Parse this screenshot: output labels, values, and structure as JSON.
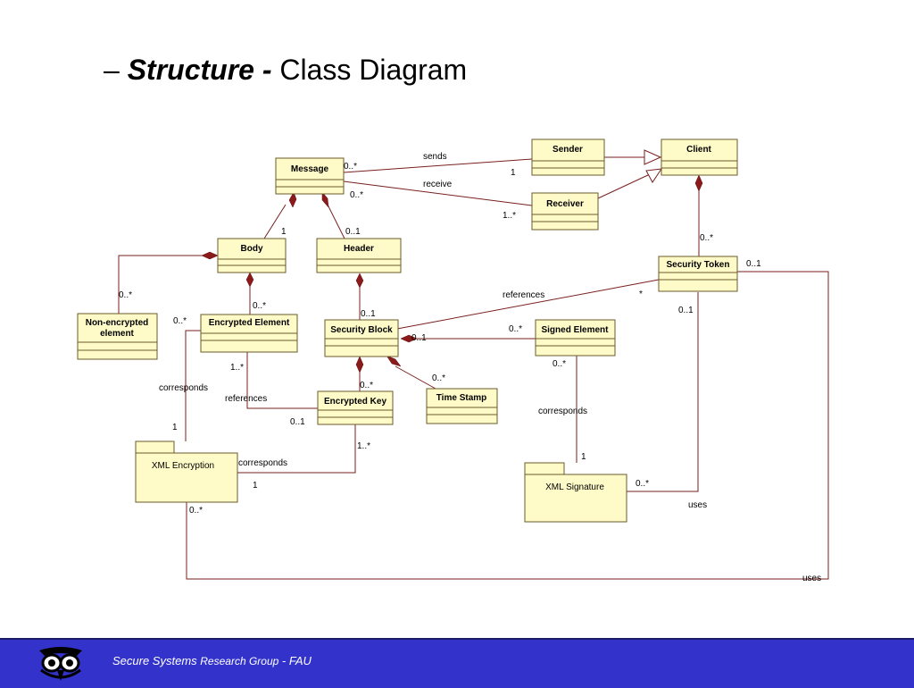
{
  "title": {
    "dash": "– ",
    "bold": "Structure  - ",
    "rest": "Class Diagram"
  },
  "classes": {
    "message": "Message",
    "sender": "Sender",
    "client": "Client",
    "receiver": "Receiver",
    "body": "Body",
    "header": "Header",
    "security_token": "Security Token",
    "non_encrypted_1": "Non-encrypted",
    "non_encrypted_2": "element",
    "encrypted_element": "Encrypted Element",
    "security_block": "Security Block",
    "signed_element": "Signed Element",
    "encrypted_key": "Encrypted Key",
    "time_stamp": "Time Stamp"
  },
  "packages": {
    "xml_encryption": "XML Encryption",
    "xml_signature": "XML Signature"
  },
  "labels": {
    "sends": "sends",
    "receive": "receive",
    "msg_sends_mult": "0..*",
    "sender_mult": "1",
    "msg_receive_mult": "0..*",
    "receiver_mult": "1..*",
    "body_mult": "1",
    "header_mult": "0..1",
    "client_token_mult": "0..*",
    "token_uses_mult": "0..1",
    "token_ref_mult": "*",
    "token_sig_mult": "0..1",
    "references_top": "references",
    "nonenc_mult": "0..*",
    "encel_body_mult": "0..*",
    "encel_left_mult": "0..*",
    "secblock_mult": "0..1",
    "secblock_signed_mult": "0..1",
    "signed_mult": "0..*",
    "signed_bottom_mult": "0..*",
    "corresponds_left": "corresponds",
    "corresponds_left_mult": "1",
    "encel_ref_mult": "1..*",
    "references_mid": "references",
    "enckey_ref_mult": "0..1",
    "enckey_mult": "0..*",
    "timestamp_mult": "0..*",
    "corresponds_right": "corresponds",
    "corresponds_right_mult": "1",
    "corresponds_bottom": "corresponds",
    "xmlenc_corr_mult": "1",
    "enckey_corr_mult": "1..*",
    "xmlsig_mult": "0..*",
    "uses_right": "uses",
    "xmlenc_uses_mult": "0..*",
    "uses_bottom": "uses"
  },
  "footer": {
    "main": "Secure Systems ",
    "small": "Research Group",
    "end": " - FAU"
  },
  "colors": {
    "class_fill": "#fffbc8",
    "assoc": "#7a1f1f",
    "footer_bg": "#3333cc"
  },
  "icons": {
    "logo": "owl-logo-icon"
  }
}
